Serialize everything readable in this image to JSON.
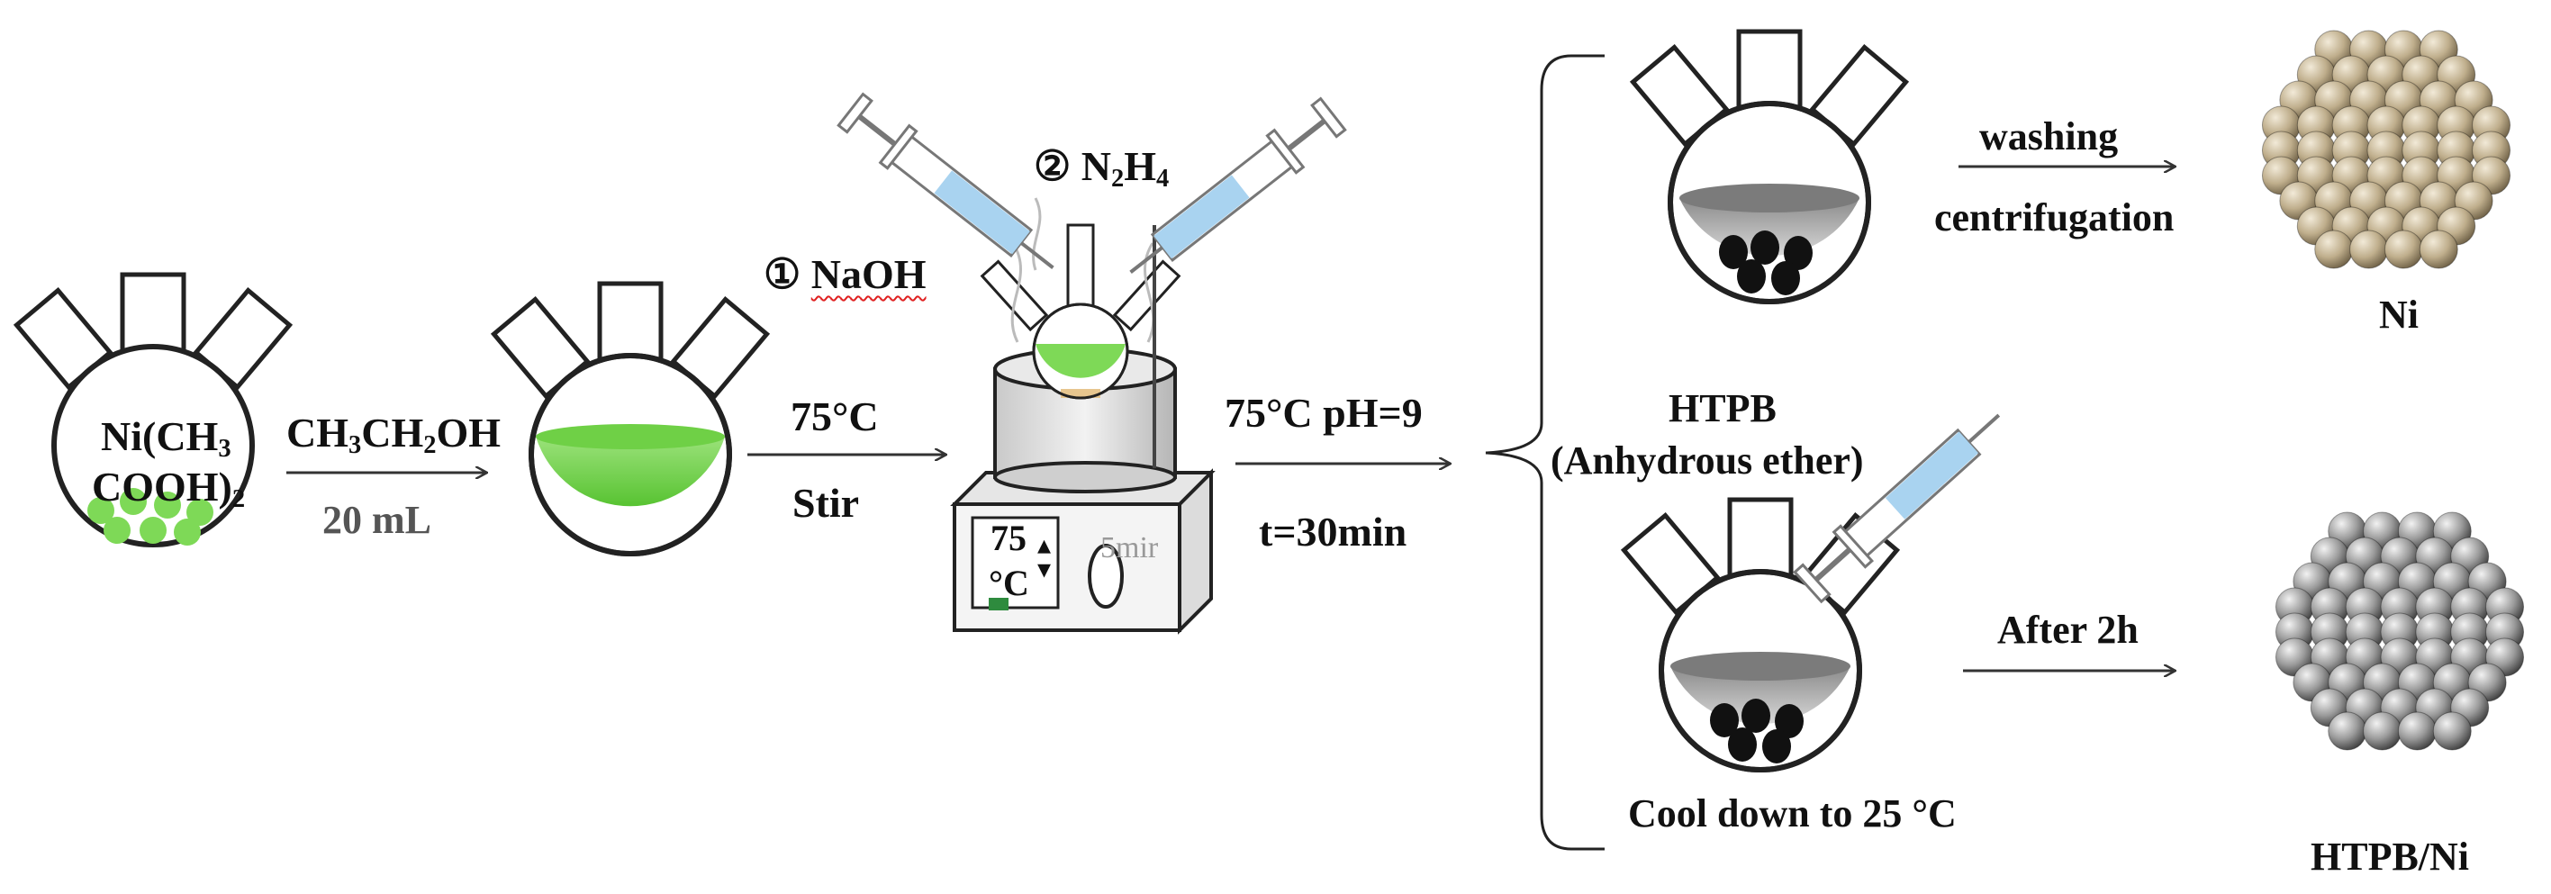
{
  "colors": {
    "green_solution": "#7ed957",
    "green_solution_dark": "#4fb82e",
    "nickel_sphere": "#b9a98a",
    "htpb_sphere": "#8c8c8c",
    "syringe_liquid": "#a9d3f0",
    "stroke": "#222222"
  },
  "steps": {
    "reactant": {
      "line1": "Ni(CH",
      "line1_sub": "3",
      "line2": "COOH)",
      "line2_sub": "2"
    },
    "solvent": {
      "part1": "CH",
      "sub1": "3",
      "part2": "CH",
      "sub2": "2",
      "part3": "OH",
      "volume": "20 mL"
    },
    "heating": {
      "temp": "75°C",
      "action": "Stir"
    },
    "reagents": {
      "r1_number": "①",
      "r1_name": "NaOH",
      "r2_number": "②",
      "r2_name_a": "N",
      "r2_sub_a": "2",
      "r2_name_b": "H",
      "r2_sub_b": "4"
    },
    "hotplate": {
      "display_line1": "75",
      "display_line2": "°C",
      "knob_label": "5mir"
    },
    "reaction": {
      "conditions": "75°C pH=9",
      "time": "t=30min"
    },
    "branch_top": {
      "line1": "washing",
      "line2": "centrifugation",
      "product": "Ni"
    },
    "branch_bottom": {
      "additive": "HTPB",
      "additive_solvent": "(Anhydrous ether)",
      "time": "After 2h",
      "cooling": "Cool down to 25 °C",
      "product": "HTPB/Ni"
    }
  }
}
